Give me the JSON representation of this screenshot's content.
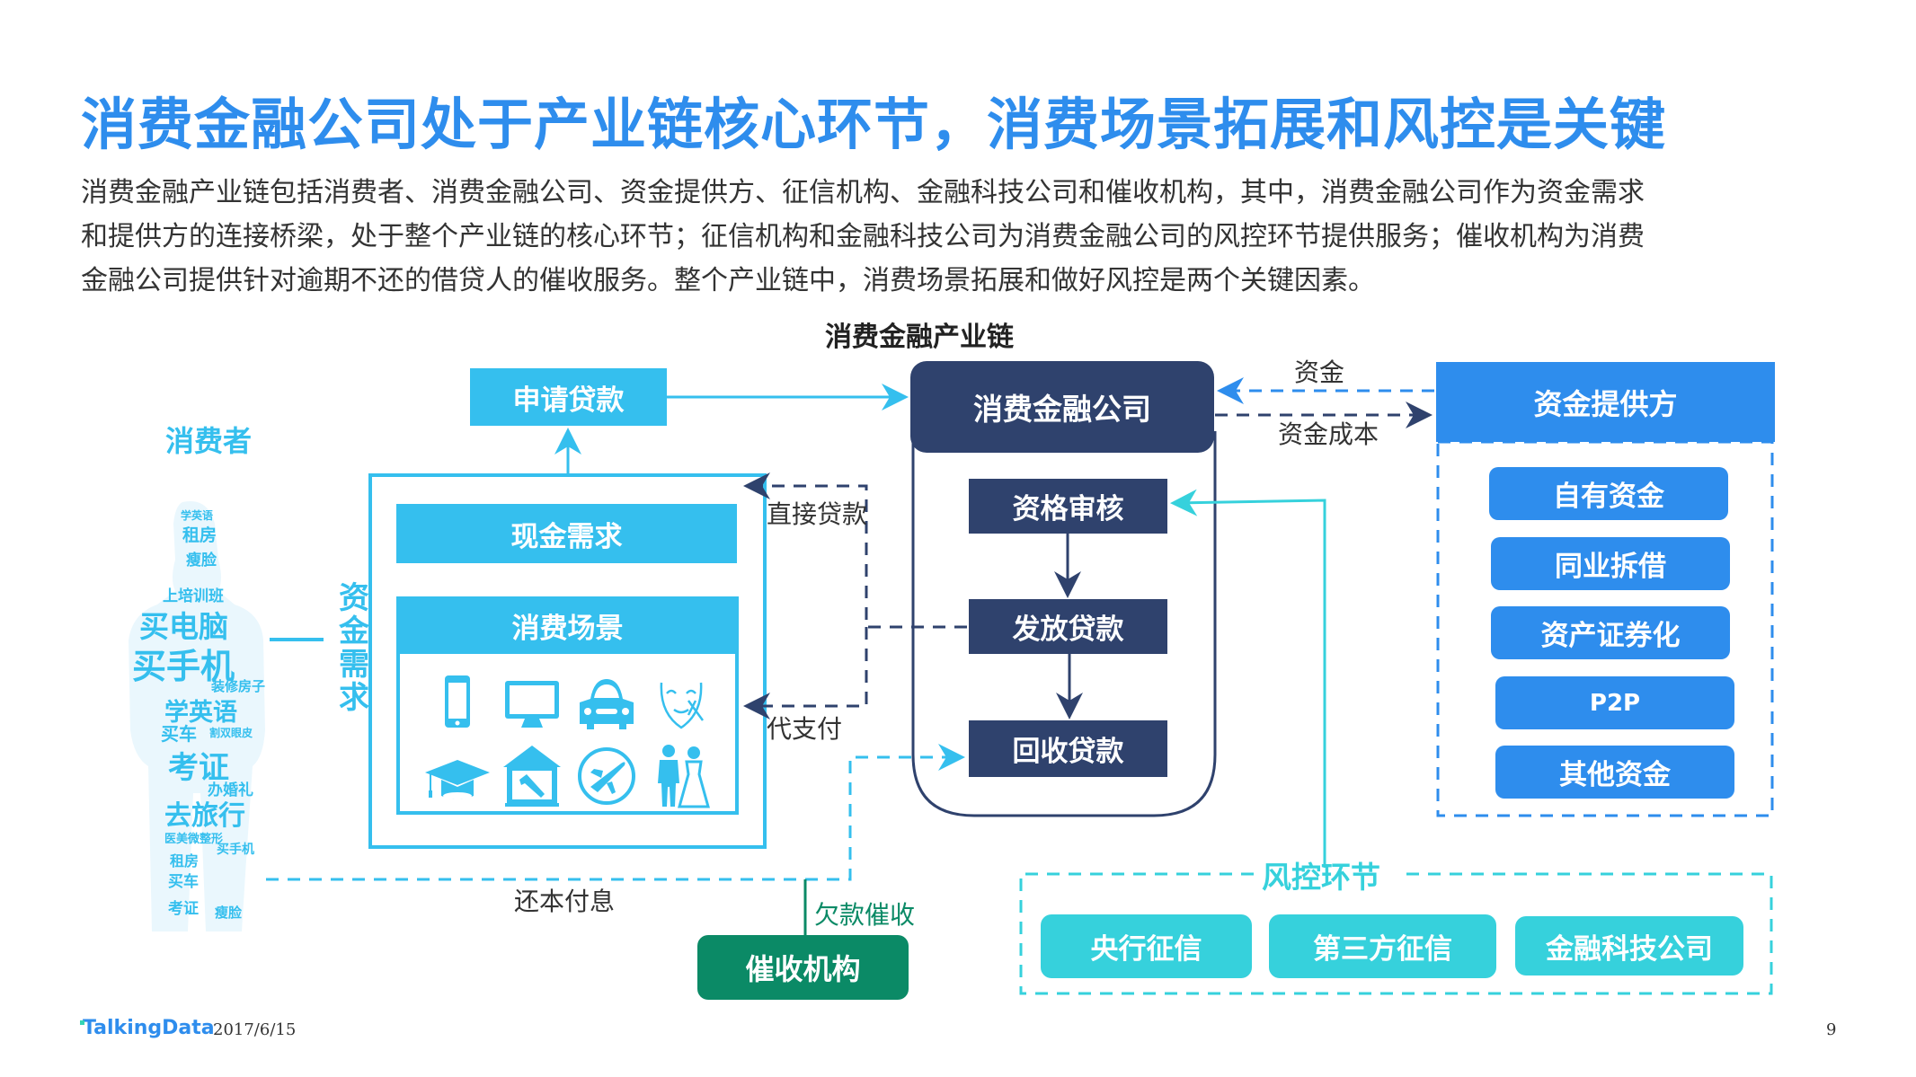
{
  "title": "消费金融公司处于产业链核心环节，消费场景拓展和风控是关键",
  "paragraph": [
    "消费金融产业链包括消费者、消费金融公司、资金提供方、征信机构、金融科技公司和催收机构，其中，消费金融公司作为资金需求",
    "和提供方的连接桥梁，处于整个产业链的核心环节；征信机构和金融科技公司为消费金融公司的风控环节提供服务；催收机构为消费",
    "金融公司提供针对逾期不还的借贷人的催收服务。整个产业链中，消费场景拓展和做好风控是两个关键因素。"
  ],
  "diagram": {
    "title": "消费金融产业链",
    "consumer": {
      "label": "消费者",
      "word_cloud": [
        "学英语",
        "租房",
        "瘦脸",
        "上培训班",
        "买电脑",
        "买手机",
        "装修房子",
        "学英语",
        "买车",
        "割双眼皮",
        "考证",
        "办婚礼",
        "去旅行",
        "医美微整形",
        "买手机",
        "租房",
        "买车",
        "考证",
        "瘦脸"
      ],
      "demand_label": "资金需求"
    },
    "apply_loan": "申请贷款",
    "cash_demand": "现金需求",
    "consumption_scene": {
      "label": "消费场景",
      "icons": [
        "phone-icon",
        "monitor-icon",
        "car-icon",
        "beauty-mask-icon",
        "graduation-cap-icon",
        "home-renovation-icon",
        "airplane-icon",
        "wedding-couple-icon"
      ]
    },
    "consumer_finance_company": {
      "label": "消费金融公司",
      "steps": [
        "资格审核",
        "发放贷款",
        "回收贷款"
      ]
    },
    "flows": {
      "direct_loan": "直接贷款",
      "payment_on_behalf": "代支付",
      "funds": "资金",
      "funding_cost": "资金成本",
      "repayment": "还本付息",
      "debt_collection": "欠款催收"
    },
    "fund_provider": {
      "label": "资金提供方",
      "items": [
        "自有资金",
        "同业拆借",
        "资产证券化",
        "P2P",
        "其他资金"
      ]
    },
    "risk_control": {
      "label": "风控环节",
      "items": [
        "央行征信",
        "第三方征信",
        "金融科技公司"
      ]
    },
    "collection_agency": "催收机构"
  },
  "footer": {
    "logo": "TalkingData",
    "date": "2017/6/15",
    "page": "9"
  },
  "colors": {
    "title_blue": "#2e8ded",
    "light_blue": "#35bfee",
    "navy": "#2f426d",
    "teal": "#36d1dc",
    "green": "#0b8a66"
  }
}
